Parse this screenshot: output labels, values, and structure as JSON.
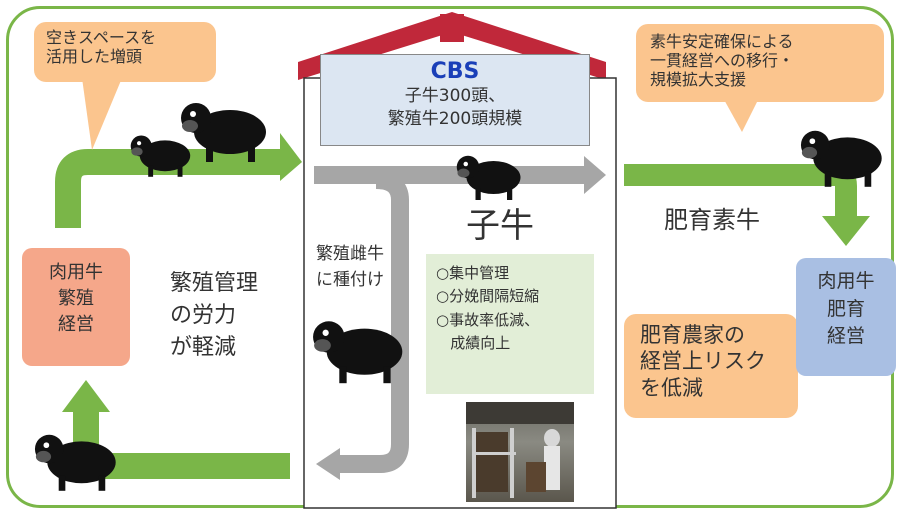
{
  "bubbles": {
    "top_left": "空きスペースを\n活用した増頭",
    "top_right": "素牛安定確保による\n一貫経営への移行・\n規模拡大支援",
    "risk": "肥育農家の\n経営上リスク\nを低減"
  },
  "cbs": {
    "title": "CBS",
    "body": "子牛300頭、\n繁殖牛200頭規模"
  },
  "labels": {
    "calf": "子牛",
    "fattening_calf": "肥育素牛",
    "breeding_labor": "繁殖管理\nの労力\nが軽減",
    "insemination": "繁殖雌牛\nに種付け"
  },
  "boxes": {
    "breeding_farm": "肉用牛\n繁殖\n経営",
    "fattening_farm": "肉用牛\n肥育\n経営"
  },
  "benefits": [
    "○集中管理",
    "○分娩間隔短縮",
    "○事故率低減、",
    "   成績向上"
  ],
  "colors": {
    "frame": "#7ab648",
    "arrow_green": "#7ab648",
    "arrow_gray": "#a6a6a6",
    "roof": "#c0283a",
    "bubble": "#fbc58e",
    "breeding_box": "#f5a78a",
    "fattening_box": "#a9bfe3",
    "benefit_box": "#e2eed7",
    "cbs_title": "#1a3fb8"
  },
  "icons": [
    "cow-icon",
    "barn-roof-icon",
    "arrow-icon",
    "photo-icon"
  ]
}
